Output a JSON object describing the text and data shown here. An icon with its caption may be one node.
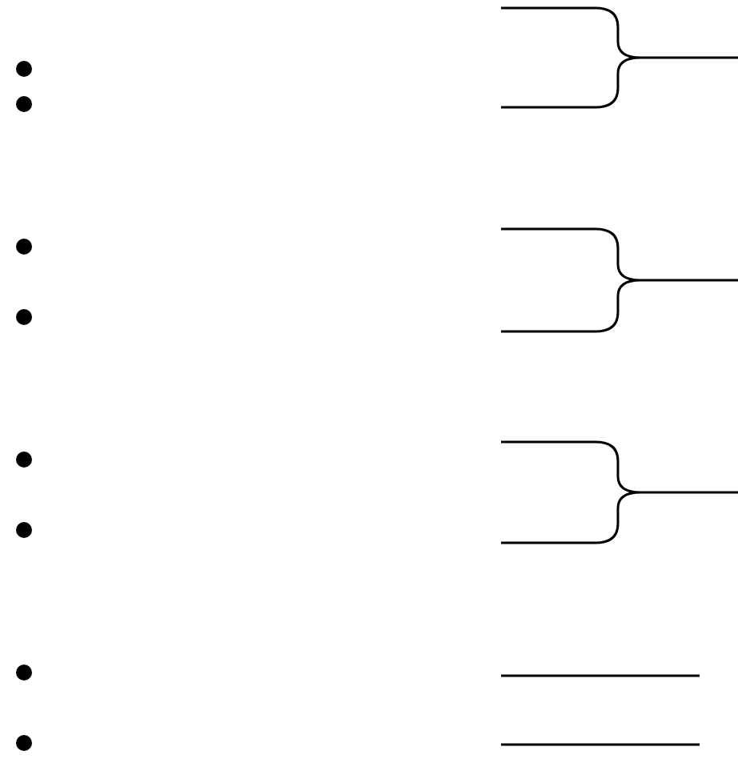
{
  "diagram": {
    "nodes": [
      {
        "text": [],
        "shape": "circle"
      },
      {
        "text": [],
        "shape": "circle"
      },
      {
        "text": [],
        "shape": "circle"
      },
      {
        "text": [],
        "shape": "circle"
      },
      {
        "text": [],
        "shape": "circle"
      },
      {
        "text": [],
        "shape": "circle"
      },
      {
        "text": [],
        "shape": "circle"
      },
      {
        "text": [],
        "shape": "circle"
      },
      {
        "text": [],
        "shape": "bar"
      },
      {
        "text": [],
        "shape": "bar"
      }
    ]
  }
}
